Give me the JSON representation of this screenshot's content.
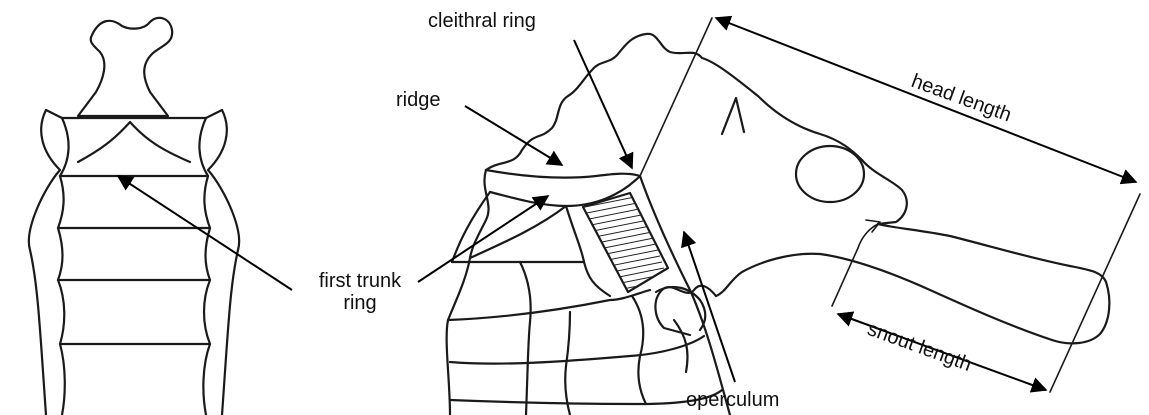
{
  "labels": {
    "cleithral_ring": "cleithral ring",
    "ridge": "ridge",
    "head_length": "head length",
    "first_trunk_ring_line1": "first trunk",
    "first_trunk_ring_line2": "ring",
    "snout_length": "snout length",
    "operculum": "operculum"
  },
  "colors": {
    "ink": "#1a1a1a",
    "background": "#ffffff"
  }
}
